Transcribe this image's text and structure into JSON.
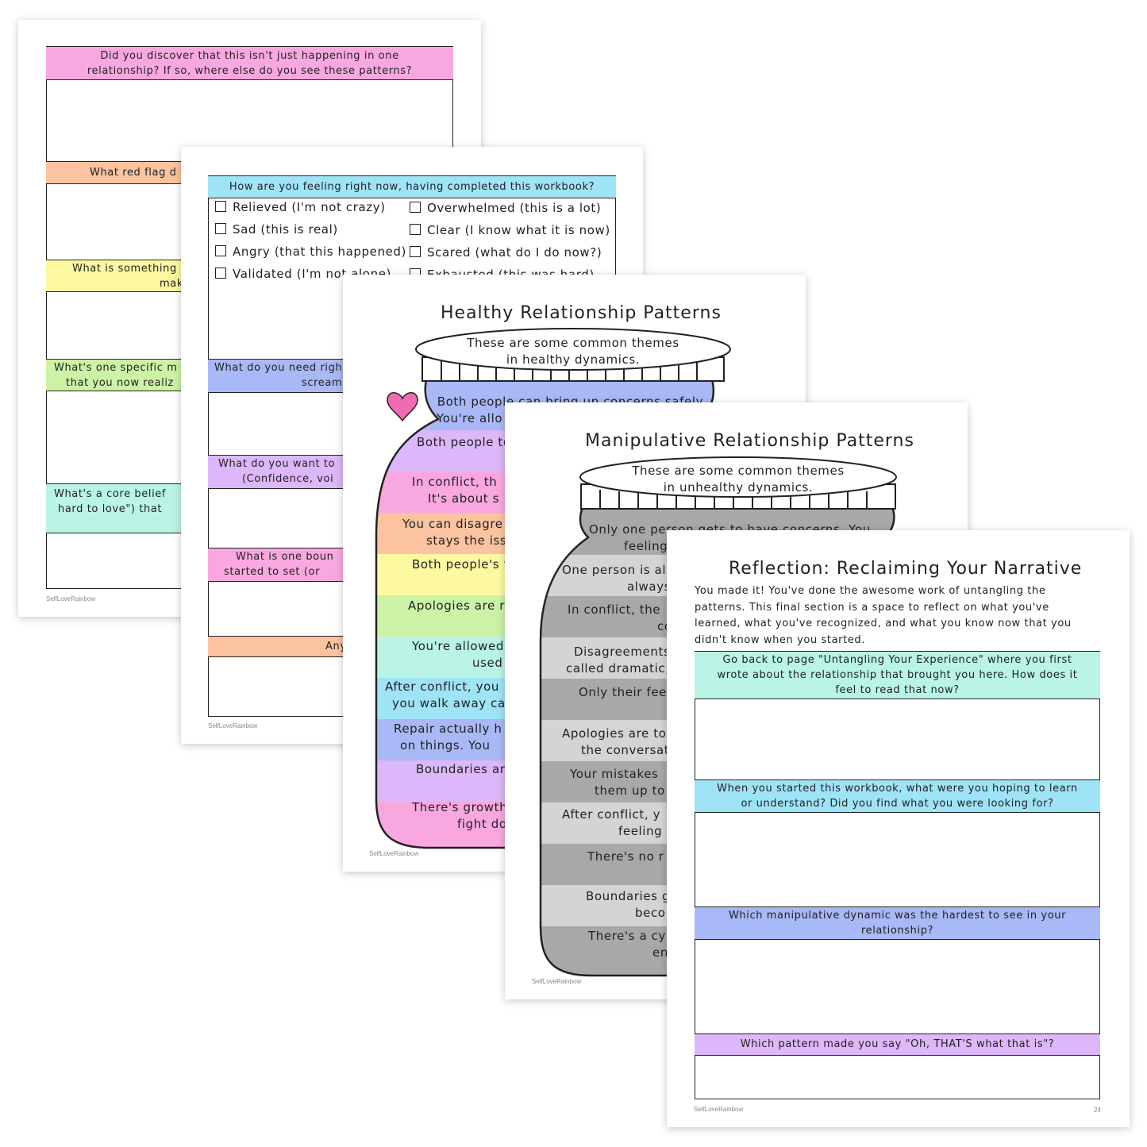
{
  "page1": {
    "questions": [
      "Did you discover that this isn't just happening in one relationship? If so, where else do you see these patterns?",
      "What red flag d",
      "What is something",
      "mak",
      "What's one specific m",
      "that you now realiz",
      "What's a core belief",
      "hard to love\") that"
    ],
    "footer": "SelfLoveRainbow"
  },
  "page2": {
    "header": "How are you feeling right now, having completed this workbook?",
    "left_options": [
      "Relieved (I'm not crazy)",
      "Sad (this is real)",
      "Angry (that this happened)",
      "Validated (I'm not alone)"
    ],
    "right_options": [
      "Overwhelmed (this is a lot)",
      "Clear (I know what it is now)",
      "Scared (what do I do now?)",
      "Exhausted (this was hard)"
    ],
    "q1": [
      "What do you need righ",
      "scream"
    ],
    "q2": [
      "What do you want to",
      "(Confidence, voi"
    ],
    "q3": [
      "What is one boun",
      "started to set (or"
    ],
    "q4": "Any",
    "footer": "SelfLoveRainbow"
  },
  "page3": {
    "title": "Healthy Relationship Patterns",
    "lid_text": [
      "These are some common themes",
      "in healthy dynamics."
    ],
    "rows": [
      [
        "Both people can bring up concerns safely.",
        "You're allo"
      ],
      [
        "Both people to"
      ],
      [
        "In conflict, th",
        "It's about s"
      ],
      [
        "You can disagre",
        "stays the iss"
      ],
      [
        "Both people's t"
      ],
      [
        "Apologies are re"
      ],
      [
        "You're allowed",
        "used"
      ],
      [
        "After conflict, you",
        "you walk away cal"
      ],
      [
        "Repair actually h",
        "on things. You"
      ],
      [
        "Boundaries ar"
      ],
      [
        "There's growth",
        "fight do"
      ]
    ],
    "footer": "SelfLoveRainbow"
  },
  "page4": {
    "title": "Manipulative Relationship Patterns",
    "lid_text": [
      "These are some common themes",
      "in unhealthy dynamics."
    ],
    "rows": [
      [
        "Only one person gets to have concerns. You",
        "feeling"
      ],
      [
        "One person is al",
        "always"
      ],
      [
        "In conflict, the",
        "confl"
      ],
      [
        "Disagreements",
        "called dramatic,"
      ],
      [
        "Only their fee"
      ],
      [
        "Apologies are too",
        "the conversat"
      ],
      [
        "Your mistakes",
        "them up to"
      ],
      [
        "After conflict, y",
        "feeling"
      ],
      [
        "There's no r"
      ],
      [
        "Boundaries g",
        "beco"
      ],
      [
        "There's a cy",
        "en"
      ]
    ],
    "footer": "SelfLoveRainbow"
  },
  "page5": {
    "title": "Reflection: Reclaiming Your Narrative",
    "intro": [
      "You made it! You've done the awesome work of untangling the",
      "patterns. This final section is a space to reflect on what you've",
      "learned, what you've recognized, and what you know now that you",
      "didn't know when you started."
    ],
    "q1": [
      "Go back to page \"Untangling Your Experience\" where you first",
      "wrote about the relationship that brought you here. How does it",
      "feel to read that now?"
    ],
    "q2": [
      "When you started this workbook, what were you hoping to learn",
      "or understand? Did you find what you were looking for?"
    ],
    "q3": [
      "Which manipulative dynamic was the hardest to see in your",
      "relationship?"
    ],
    "q4": "Which pattern made you say \"Oh, THAT'S what that is\"?",
    "footer": "SelfLoveRainbow",
    "page_number": "24"
  },
  "colors": {
    "pink": "#f9a8df",
    "peach": "#fcc3a0",
    "yellow": "#fdf9a0",
    "green": "#ccf2a6",
    "mint": "#b9f4e6",
    "sky": "#9fe3f7",
    "periwinkle": "#a9b8f6",
    "lavender": "#dcb7f9",
    "gray_dark": "#a8a8a8",
    "gray_light": "#d4d4d4",
    "heart": "#f06bb1"
  }
}
